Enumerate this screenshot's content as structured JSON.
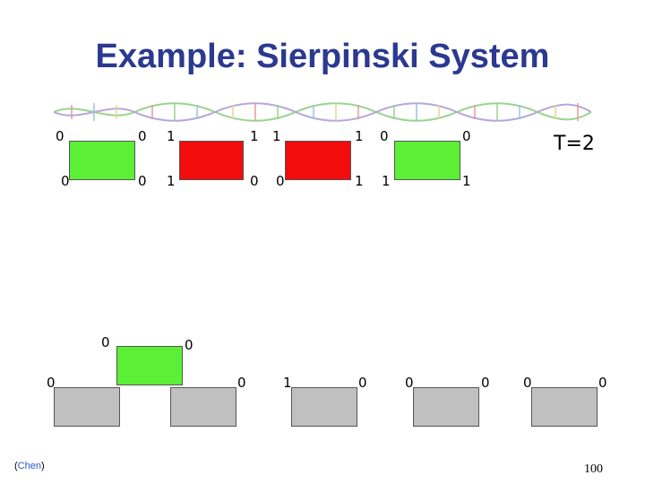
{
  "slide": {
    "title": "Example: Sierpinski System",
    "time_label": "T=2",
    "credit_open": "(",
    "credit_name": "Chen",
    "credit_close": ")",
    "page_number": "100"
  },
  "colors": {
    "title": "#2b3990",
    "cell_on": "#5bef36",
    "cell_red": "#f20c0c",
    "cell_empty": "#c0c0c0"
  },
  "top_row": [
    {
      "state": "green",
      "ports": {
        "tl": "0",
        "tr": "0",
        "bl": "0",
        "br": "0"
      }
    },
    {
      "state": "red",
      "ports": {
        "tl": "1",
        "tr": "1",
        "bl": "1",
        "br": "0"
      }
    },
    {
      "state": "red",
      "ports": {
        "tl": "1",
        "tr": "1",
        "bl": "0",
        "br": "1"
      }
    },
    {
      "state": "green",
      "ports": {
        "tl": "0",
        "tr": "0",
        "bl": "1",
        "br": "1"
      }
    }
  ],
  "middle_cell": {
    "state": "green",
    "ports": {
      "tl": "0",
      "tr": "0"
    }
  },
  "bottom_row": [
    {
      "state": "gray",
      "ports": {
        "tl": "0"
      }
    },
    {
      "state": "gray",
      "ports": {
        "tr": "0"
      }
    },
    {
      "state": "gray",
      "ports": {
        "tl": "1",
        "tr": "0"
      }
    },
    {
      "state": "gray",
      "ports": {
        "tl": "0",
        "tr": "0"
      }
    },
    {
      "state": "gray",
      "ports": {
        "tl": "0",
        "tr": "0"
      }
    }
  ]
}
